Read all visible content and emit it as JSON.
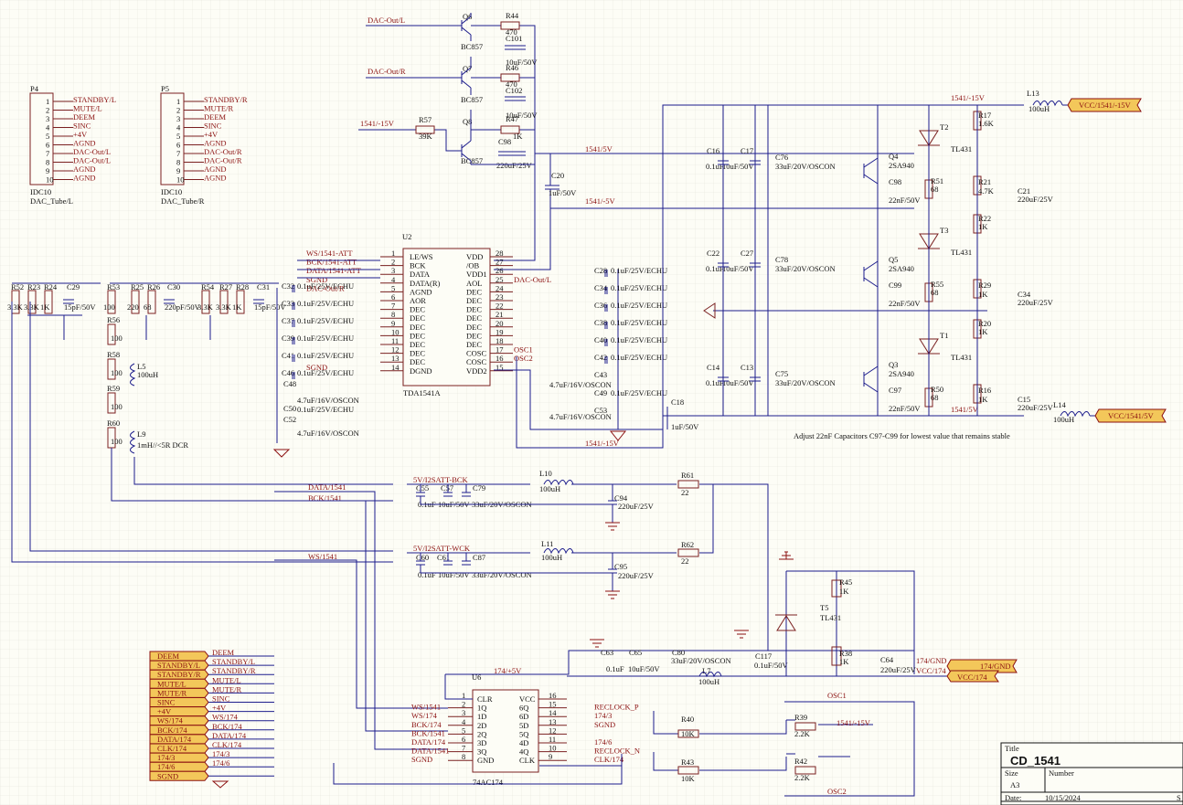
{
  "connectors": [
    {
      "ref": "P4",
      "type": "IDC10",
      "name": "DAC_Tube/L",
      "nets": [
        "STANDBY/L",
        "MUTE/L",
        "DEEM",
        "SINC",
        "+4V",
        "AGND",
        "DAC-Out/L",
        "DAC-Out/L",
        "AGND",
        "AGND"
      ]
    },
    {
      "ref": "P5",
      "type": "IDC10",
      "name": "DAC_Tube/R",
      "nets": [
        "STANDBY/R",
        "MUTE/R",
        "DEEM",
        "SINC",
        "+4V",
        "AGND",
        "DAC-Out/R",
        "DAC-Out/R",
        "AGND",
        "AGND"
      ]
    }
  ],
  "pin_numbers": [
    "1",
    "2",
    "3",
    "4",
    "5",
    "6",
    "7",
    "8",
    "9",
    "10"
  ],
  "u2": {
    "ref": "U2",
    "part": "TDA1541A",
    "left_pins": [
      [
        "1",
        "LE/WS"
      ],
      [
        "2",
        "BCK"
      ],
      [
        "3",
        "DATA"
      ],
      [
        "4",
        "DATA(R)"
      ],
      [
        "5",
        "AGND"
      ],
      [
        "6",
        "AOR"
      ],
      [
        "7",
        "DEC"
      ],
      [
        "8",
        "DEC"
      ],
      [
        "9",
        "DEC"
      ],
      [
        "10",
        "DEC"
      ],
      [
        "11",
        "DEC"
      ],
      [
        "12",
        "DEC"
      ],
      [
        "13",
        "DEC"
      ],
      [
        "14",
        "DGND"
      ]
    ],
    "right_pins": [
      [
        "28",
        "VDD"
      ],
      [
        "27",
        "/OB"
      ],
      [
        "26",
        "VDD1"
      ],
      [
        "25",
        "AOL"
      ],
      [
        "24",
        "DEC"
      ],
      [
        "23",
        "DEC"
      ],
      [
        "22",
        "DEC"
      ],
      [
        "21",
        "DEC"
      ],
      [
        "20",
        "DEC"
      ],
      [
        "19",
        "DEC"
      ],
      [
        "18",
        "DEC"
      ],
      [
        "17",
        "COSC"
      ],
      [
        "16",
        "COSC"
      ],
      [
        "15",
        "VDD2"
      ]
    ],
    "left_nets": [
      "WS/1541-ATT",
      "BCK/1541-ATT",
      "DATA/1541-ATT",
      "SGND",
      "DAC-Out/R",
      "",
      "",
      "",
      "",
      "",
      "",
      "",
      "",
      "SGND"
    ],
    "right_nets": [
      "",
      "",
      "",
      "DAC-Out/L",
      "",
      "",
      "",
      "",
      "",
      "",
      "",
      "OSC1",
      "OSC2",
      ""
    ]
  },
  "u6": {
    "ref": "U6",
    "part": "74AC174",
    "left_pins": [
      [
        "1",
        "CLR"
      ],
      [
        "2",
        "1Q"
      ],
      [
        "3",
        "1D"
      ],
      [
        "4",
        "2D"
      ],
      [
        "5",
        "2Q"
      ],
      [
        "6",
        "3D"
      ],
      [
        "7",
        "3Q"
      ],
      [
        "8",
        "GND"
      ]
    ],
    "right_pins": [
      [
        "16",
        "VCC"
      ],
      [
        "15",
        "6Q"
      ],
      [
        "14",
        "6D"
      ],
      [
        "13",
        "5D"
      ],
      [
        "12",
        "5Q"
      ],
      [
        "11",
        "4D"
      ],
      [
        "10",
        "4Q"
      ],
      [
        "9",
        "CLK"
      ]
    ],
    "left_nets": [
      "",
      "WS/1541",
      "WS/174",
      "BCK/174",
      "BCK/1541",
      "DATA/174",
      "DATA/1541",
      "SGND"
    ],
    "right_nets": [
      "",
      "RECLOCK_P",
      "174/3",
      "SGND",
      "",
      "174/6",
      "RECLOCK_N",
      "CLK/174"
    ]
  },
  "harness": {
    "labels": [
      "DEEM",
      "STANDBY/L",
      "STANDBY/R",
      "MUTE/L",
      "MUTE/R",
      "SINC",
      "+4V",
      "WS/174",
      "BCK/174",
      "DATA/174",
      "CLK/174",
      "174/3",
      "174/6",
      "SGND"
    ],
    "nets": [
      "DEEM",
      "STANDBY/L",
      "STANDBY/R",
      "MUTE/L",
      "MUTE/R",
      "SINC",
      "+4V",
      "WS/174",
      "BCK/174",
      "DATA/174",
      "CLK/174",
      "174/3",
      "174/6",
      ""
    ]
  },
  "ports": {
    "vcc_neg15": "VCC/1541/-15V",
    "vcc_5v": "VCC/1541/5V",
    "gnd174": "174/GND",
    "vcc174": "VCC/174"
  },
  "labels": {
    "dac_out_l": "DAC-Out/L",
    "dac_out_r": "DAC-Out/R",
    "neg15": "1541/-15V",
    "pos5": "1541/5V",
    "neg5": "1541/-5V",
    "neg15_b": "1541/-15V",
    "pos5_b": "1541/5V",
    "neg15_c": "1541/-15V",
    "neg15_top": "1541/-15V",
    "i2satt_bck": "5V/I2SATT-BCK",
    "i2satt_wck": "5V/I2SATT-WCK",
    "data1541": "DATA/1541",
    "bck1541": "BCK/1541",
    "ws1541": "WS/1541",
    "v174": "174/+5V",
    "osc1": "OSC1",
    "osc2": "OSC2",
    "osc1_u2": "OSC1",
    "osc2_u2": "OSC2",
    "sgnd_u2": "SGND",
    "sgnd_u2b": "SGND",
    "dac_r_u2": "DAC-Out/R",
    "dac_l_u2": "DAC-Out/L",
    "vcc174_lbl": "VCC/174",
    "gnd174_lbl": "174/GND",
    "reclock_p": "RECLOCK_P",
    "reclock_n": "RECLOCK_N",
    "neg15_osc": "1541/-15V",
    "vcc174_n": "VCC/174"
  },
  "note": "Adjust 22nF Capacitors C97-C99 for lowest value that remains stable",
  "title_block": {
    "title_label": "Title",
    "title": "CD_1541",
    "size_label": "Size",
    "size": "A3",
    "number_label": "Number",
    "date_label": "Date:",
    "date": "10/15/2024",
    "sheet_label": "S"
  },
  "parts": {
    "Q6": "Q6",
    "BC857a": "BC857",
    "R44": "R44",
    "r44v": "470",
    "C101": "C101",
    "c101v": "10uF/50V",
    "Q7": "Q7",
    "BC857b": "BC857",
    "R46": "R46",
    "r46v": "470",
    "C102": "C102",
    "c102v": "10uF/50V",
    "R57": "R57",
    "r57v": "39K",
    "Q8": "Q8",
    "BC857c": "BC857",
    "R47": "R47",
    "r47v": "1K",
    "C98t": "C98",
    "c98tv": "220uF/25V",
    "C20": "C20",
    "c20v": "1uF/50V",
    "R52": "R52",
    "r52v": "3.3K",
    "R23": "R23",
    "r23v": "3.3K",
    "R24": "R24",
    "r24v": "1K",
    "C29": "C29",
    "c29v": "15pF/50V",
    "R53": "R53",
    "r53v": "100",
    "R25": "R25",
    "r25v": "220",
    "R26": "R26",
    "r26v": "68",
    "C30": "C30",
    "c30v": "220pF/50V",
    "R54": "R54",
    "r54v": "3.3K",
    "R27": "R27",
    "r27v": "3.3K",
    "R28": "R28",
    "r28v": "1K",
    "C31": "C31",
    "c31v": "15pF/50V",
    "R56": "R56",
    "r56v": "100",
    "R58": "R58",
    "r58v": "100",
    "R59": "R59",
    "r59v": "100",
    "R60": "R60",
    "r60v": "100",
    "L5": "L5",
    "l5v": "100uH",
    "L9": "L9",
    "l9v": "1mH//<5R DCR",
    "C32": "C32",
    "C33": "C33",
    "C37": "C37",
    "C39": "C39",
    "C41": "C41",
    "C46": "C46",
    "C48": "C48",
    "C50": "C50",
    "C52": "C52",
    "cdec": "0.1uF/25V/ECHU",
    "cosc": "4.7uF/16V/OSCON",
    "C28": "C28",
    "C34r": "C34",
    "C36": "C36",
    "C38": "C38",
    "C40": "C40",
    "C42": "C42",
    "C43": "C43",
    "C49": "C49",
    "C53": "C53",
    "C18": "C18",
    "c18v": "1uF/50V",
    "C16": "C16",
    "C17": "C17",
    "C76": "C76",
    "C22": "C22",
    "C27": "C27",
    "C78": "C78",
    "C14": "C14",
    "C13": "C13",
    "C75": "C75",
    "c01": "0.1uF",
    "c10": "10uF/50V",
    "c33": "33uF/20V/OSCON",
    "Q4": "Q4",
    "Q5": "Q5",
    "Q3": "Q3",
    "sa940": "2SA940",
    "C98": "C98",
    "C99": "C99",
    "C97": "C97",
    "c22n": "22nF/50V",
    "R51": "R51",
    "r51v": "68",
    "R55": "R55",
    "r55v": "68",
    "R50": "R50",
    "r50v": "68",
    "T2": "T2",
    "T3": "T3",
    "T1": "T1",
    "tl431": "TL431",
    "R17": "R17",
    "r17v": "1.6K",
    "R21": "R21",
    "r21v": "4.7K",
    "R22": "R22",
    "r22v": "1K",
    "R29": "R29",
    "r29v": "1K",
    "R20": "R20",
    "r20v": "1K",
    "R16": "R16",
    "r16v": "1K",
    "C21": "C21",
    "C34": "C34",
    "C15": "C15",
    "c220": "220uF/25V",
    "L13": "L13",
    "l13v": "100uH",
    "L14": "L14",
    "l14v": "100uH",
    "C55": "C55",
    "C57": "C57",
    "C79": "C79",
    "C60": "C60",
    "C61": "C61",
    "C87": "C87",
    "L10": "L10",
    "l10v": "100uH",
    "L11": "L11",
    "l11v": "100uH",
    "C94": "C94",
    "C95": "C95",
    "R61": "R61",
    "r61v": "22",
    "R62": "R62",
    "r62v": "22",
    "R45": "R45",
    "r45v": "1K",
    "R38": "R38",
    "r38v": "1K",
    "T5": "T5",
    "C64": "C64",
    "C63": "C63",
    "C65": "C65",
    "C80": "C80",
    "L7": "L7",
    "l7v": "100uH",
    "C117": "C117",
    "c117v": "0.1uF/50V",
    "R40": "R40",
    "r40v": "10K",
    "R39": "R39",
    "r39v": "2.2K",
    "R43": "R43",
    "r43v": "10K",
    "R42": "R42",
    "r42v": "2.2K"
  }
}
